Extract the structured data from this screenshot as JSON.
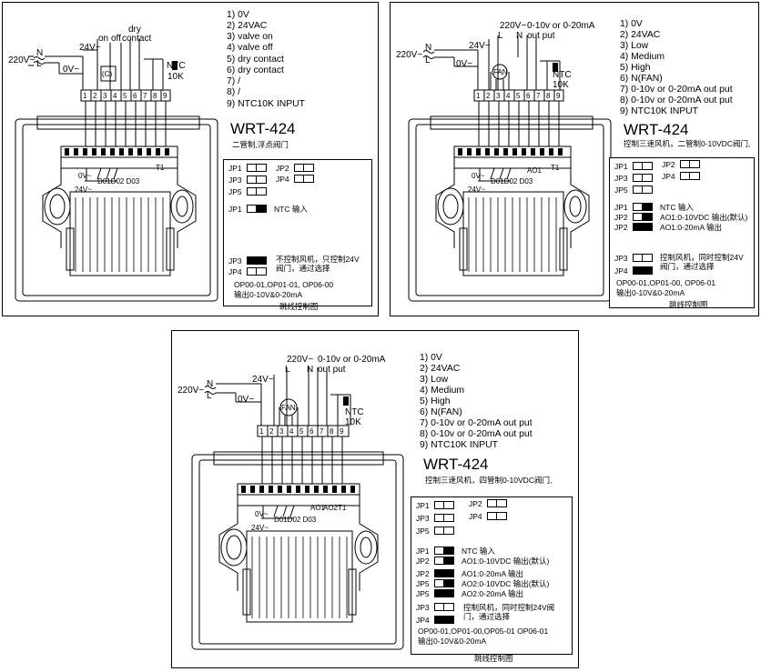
{
  "panel1": {
    "supply_label": "220V~",
    "n_label": "N",
    "l_label": "L",
    "v24_label": "24V~",
    "v0_label": "0V~",
    "on_label": "on",
    "off_label": "off",
    "dry_label": "dry",
    "contact_label": "contact",
    "c_label": "(C)",
    "ntc_label": "NTC",
    "ntc_value": "10K",
    "terminals": [
      "1",
      "2",
      "3",
      "4",
      "5",
      "6",
      "7",
      "8",
      "9"
    ],
    "legend": [
      "1) 0V",
      "2) 24VAC",
      "3) valve on",
      "4) valve off",
      "5) dry contact",
      "6) dry contact",
      "7) /",
      "8) /",
      "9) NTC10K INPUT"
    ],
    "model": "WRT-424",
    "subtitle": "二管制,浮点阀门",
    "board_0v": "0V~",
    "board_24v": "24V~",
    "board_do": "D01D02 D03",
    "board_t1": "T1",
    "jp_rows": [
      {
        "label": "JP1",
        "fill": "none"
      },
      {
        "label": "JP2",
        "fill": "none"
      },
      {
        "label": "JP3",
        "fill": "none"
      },
      {
        "label": "JP4",
        "fill": "none"
      },
      {
        "label": "JP5",
        "fill": "none"
      }
    ],
    "jp_ntc": {
      "label": "JP1",
      "text": "NTC 输入"
    },
    "jp3b": {
      "label": "JP3"
    },
    "jp4b": {
      "label": "JP4"
    },
    "jp_note": "不控制风机，只控制24V阀门，通过选择",
    "jp_op": "OP00-01,OP01-01, OP06-00",
    "jp_out": "输出0-10V&0-20mA",
    "caption": "跳线控制图"
  },
  "panel2": {
    "supply_top": "220V~",
    "out_top": "0-10v or 0-20mA",
    "l_label": "L",
    "n_label": "N",
    "out_put": "out put",
    "supply_label": "220V~",
    "n2_label": "N",
    "l2_label": "L",
    "v24_label": "24V~",
    "v0_label": "0V~",
    "fan_label": "FAN",
    "ntc_label": "NTC",
    "ntc_value": "10K",
    "terminals": [
      "1",
      "2",
      "3",
      "4",
      "5",
      "6",
      "7",
      "8",
      "9"
    ],
    "legend": [
      "1) 0V",
      "2) 24VAC",
      "3) Low",
      "4) Medium",
      "5) High",
      "6) N(FAN)",
      "7) 0-10v or 0-20mA out put",
      "8) 0-10v or 0-20mA out put",
      "9) NTC10K INPUT"
    ],
    "model": "WRT-424",
    "subtitle": "控制三速风机，二管制0-10VDC阀门,",
    "board_0v": "0V~",
    "board_24v": "24V~",
    "board_do": "D01D02 D03",
    "board_ao": "AO1",
    "board_t1": "T1",
    "jp1": "JP1",
    "jp2": "JP2",
    "jp3": "JP3",
    "jp4": "JP4",
    "jp5": "JP5",
    "jp_a": [
      {
        "label": "JP1",
        "text": "NTC 输入"
      },
      {
        "label": "JP2",
        "text": "AO1:0-10VDC 输出(默认)"
      },
      {
        "label": "JP2",
        "text": "AO1:0-20mA 输出"
      }
    ],
    "jp3b": "JP3",
    "jp4b": "JP4",
    "jp_note": "控制风机，同时控制24V阀门，通过选择",
    "jp_op": "OP00-01,OP01-00, OP06-01",
    "jp_out": "输出0-10V&0-20mA",
    "caption": "跳线控制图"
  },
  "panel3": {
    "supply_top": "220V~",
    "out_top": "0-10v or 0-20mA",
    "l_label": "L",
    "n_label": "N",
    "out_put": "out put",
    "supply_label": "220V~",
    "n2_label": "N",
    "l2_label": "L",
    "v24_label": "24V~",
    "v0_label": "0V~",
    "fan_label": "FAN",
    "ntc_label": "NTC",
    "ntc_value": "10K",
    "terminals": [
      "1",
      "2",
      "3",
      "4",
      "5",
      "6",
      "7",
      "8",
      "9"
    ],
    "legend": [
      "1) 0V",
      "2) 24VAC",
      "3) Low",
      "4) Medium",
      "5) High",
      "6) N(FAN)",
      "7) 0-10v or 0-20mA out put",
      "8) 0-10v or 0-20mA out put",
      "9) NTC10K INPUT"
    ],
    "model": "WRT-424",
    "subtitle": "控制三速风机，四管制0-10VDC阀门,",
    "board_0v": "0V~",
    "board_24v": "24V~",
    "board_do": "D01D02 D03",
    "board_ao1": "AO1",
    "board_ao2": "AO2",
    "board_t1": "T1",
    "jp1": "JP1",
    "jp2": "JP2",
    "jp3": "JP3",
    "jp4": "JP4",
    "jp5": "JP5",
    "jp_a": [
      {
        "label": "JP1",
        "text": "NTC 输入"
      },
      {
        "label": "JP2",
        "text": "AO1:0-10VDC 输出(默认)"
      },
      {
        "label": "JP2",
        "text": "AO1:0-20mA 输出"
      },
      {
        "label": "JP5",
        "text": "AO2:0-10VDC 输出(默认)"
      },
      {
        "label": "JP5",
        "text": "AO2:0-20mA 输出"
      }
    ],
    "jp3b": "JP3",
    "jp4b": "JP4",
    "jp_note": "控制风机，同时控制24V阀门，通过选择",
    "jp_op": "OP00-01,OP01-00,OP05-01 OP06-01",
    "jp_out": "输出0-10V&0-20mA",
    "caption": "跳线控制图"
  }
}
